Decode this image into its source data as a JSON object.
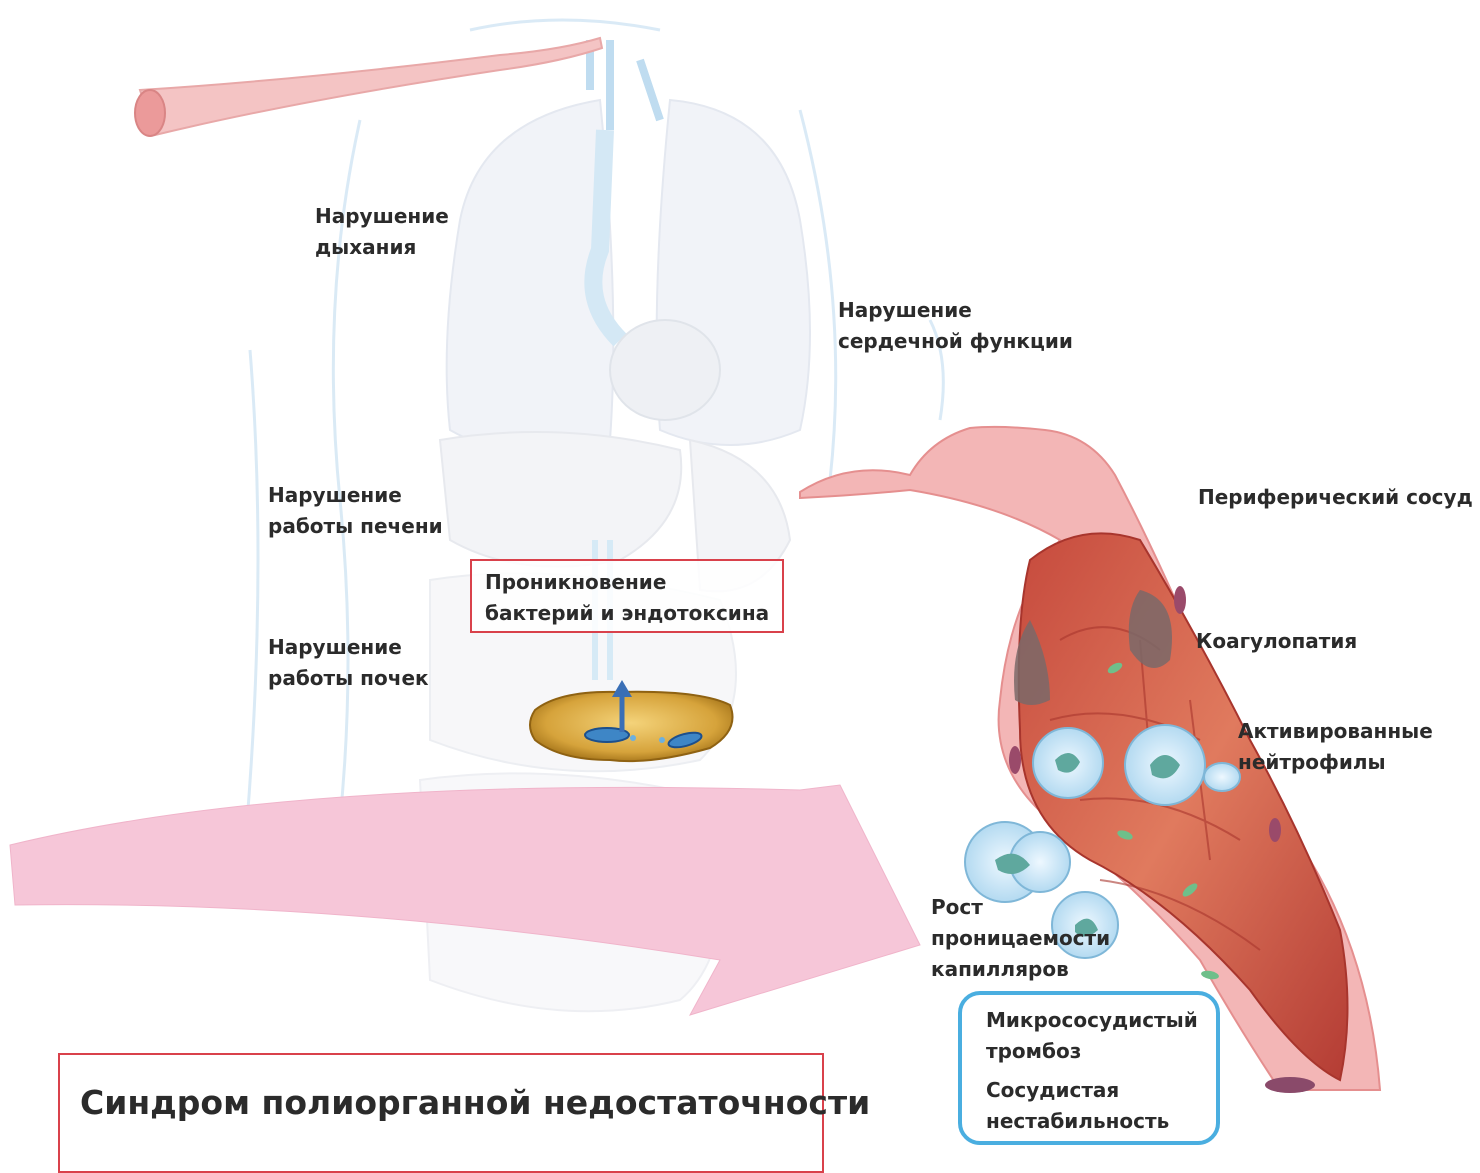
{
  "labels": {
    "breathing": [
      "Нарушение",
      "дыхания"
    ],
    "heart": [
      "Нарушение",
      "сердечной функции"
    ],
    "liver": [
      "Нарушение",
      "работы печени"
    ],
    "kidney": [
      "Нарушение",
      "работы почек"
    ],
    "bacteria": [
      "Проникновение",
      "бактерий и эндотоксина"
    ],
    "peripheral_vessel": "Периферический сосуд",
    "coagulopathy": "Коагулопатия",
    "neutrophils": [
      "Активированные",
      "нейтрофилы"
    ],
    "capillary": [
      "Рост",
      "проницаемости",
      "капилляров"
    ],
    "microvascular": [
      "Микрососудистый",
      "тромбоз"
    ],
    "vascular": [
      "Сосудистая",
      "нестабильность"
    ]
  },
  "title": "Синдром полиорганной недостаточности",
  "colors": {
    "text": "#2b2b2b",
    "red_border": "#d9414b",
    "blue_border": "#4aaee0",
    "arrow_pink": "#f6c6d8",
    "vessel_wall": "#f3b6b6",
    "vessel_inner": "#d9624f",
    "body_outline": "#d6e8f5",
    "bacterium": "#c99425"
  }
}
